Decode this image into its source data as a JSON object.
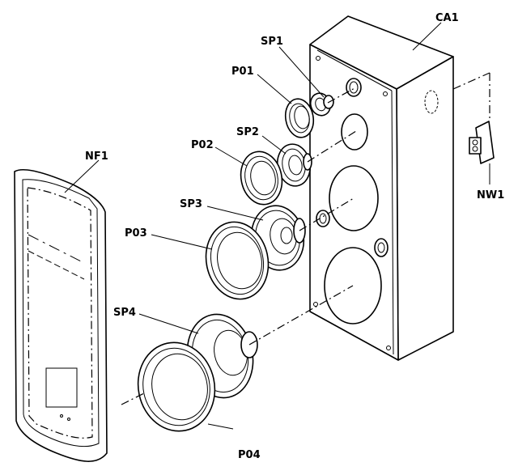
{
  "labels": {
    "ca1": "CA1",
    "sp1": "SP1",
    "p01": "P01",
    "sp2": "SP2",
    "p02": "P02",
    "nf1": "NF1",
    "sp3": "SP3",
    "p03": "P03",
    "nw1": "NW1",
    "sp4": "SP4",
    "p04": "P04"
  }
}
